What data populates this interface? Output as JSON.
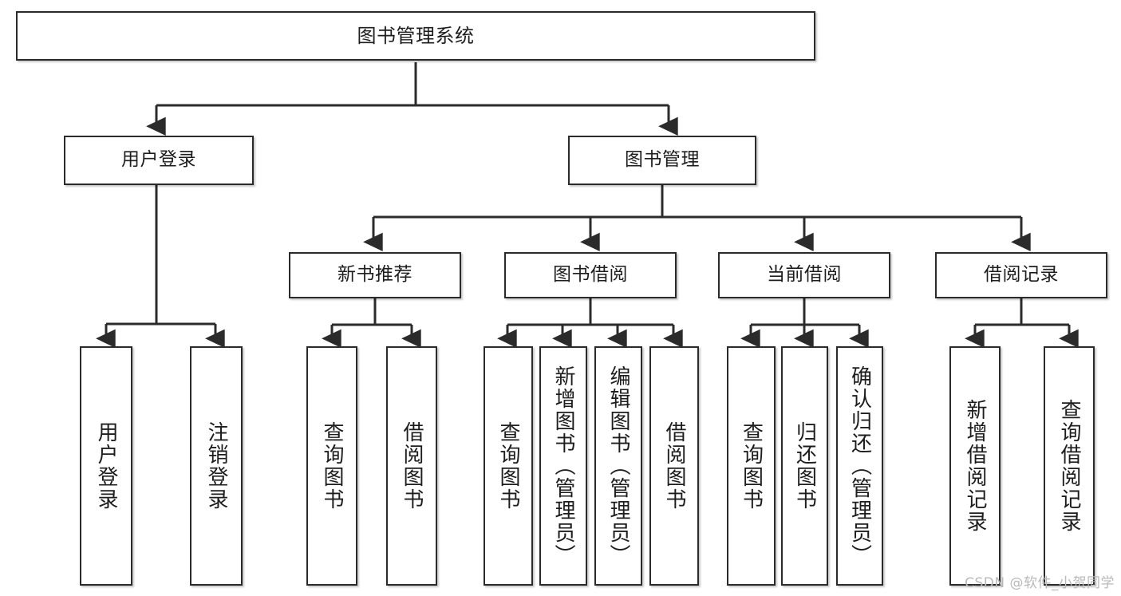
{
  "diagram": {
    "title": "图书管理系统",
    "type": "tree",
    "watermark": "CSDN @软件_小贺同学",
    "style": {
      "box_border_color": "#2b2b2b",
      "box_fill": "#ffffff",
      "edge_color": "#2b2b2b",
      "text_color": "#1d1d1d",
      "background": "#ffffff",
      "watermark_color": "#b9b9b9"
    },
    "levels": {
      "root": {
        "label": "图书管理系统"
      },
      "level2": [
        {
          "id": "user-login",
          "label": "用户登录"
        },
        {
          "id": "book-manage",
          "label": "图书管理"
        }
      ],
      "level3": [
        {
          "id": "new-book-recommend",
          "label": "新书推荐"
        },
        {
          "id": "book-borrow",
          "label": "图书借阅"
        },
        {
          "id": "current-borrow",
          "label": "当前借阅"
        },
        {
          "id": "borrow-record",
          "label": "借阅记录"
        }
      ],
      "leaves": [
        {
          "id": "leaf-user-login",
          "label": "用户登录",
          "parent": "user-login"
        },
        {
          "id": "leaf-logout",
          "label": "注销登录",
          "parent": "user-login"
        },
        {
          "id": "leaf-query-book-1",
          "label": "查询图书",
          "parent": "new-book-recommend"
        },
        {
          "id": "leaf-borrow-book-1",
          "label": "借阅图书",
          "parent": "new-book-recommend"
        },
        {
          "id": "leaf-query-book-2",
          "label": "查询图书",
          "parent": "book-borrow"
        },
        {
          "id": "leaf-add-book",
          "label": "新增图书（管理员）",
          "parent": "book-borrow"
        },
        {
          "id": "leaf-edit-book",
          "label": "编辑图书（管理员）",
          "parent": "book-borrow"
        },
        {
          "id": "leaf-borrow-book-2",
          "label": "借阅图书",
          "parent": "book-borrow"
        },
        {
          "id": "leaf-query-book-3",
          "label": "查询图书",
          "parent": "current-borrow"
        },
        {
          "id": "leaf-return-book",
          "label": "归还图书",
          "parent": "current-borrow"
        },
        {
          "id": "leaf-confirm-return",
          "label": "确认归还（管理员）",
          "parent": "current-borrow"
        },
        {
          "id": "leaf-add-record",
          "label": "新增借阅记录",
          "parent": "borrow-record"
        },
        {
          "id": "leaf-query-record",
          "label": "查询借阅记录",
          "parent": "borrow-record"
        }
      ]
    }
  }
}
